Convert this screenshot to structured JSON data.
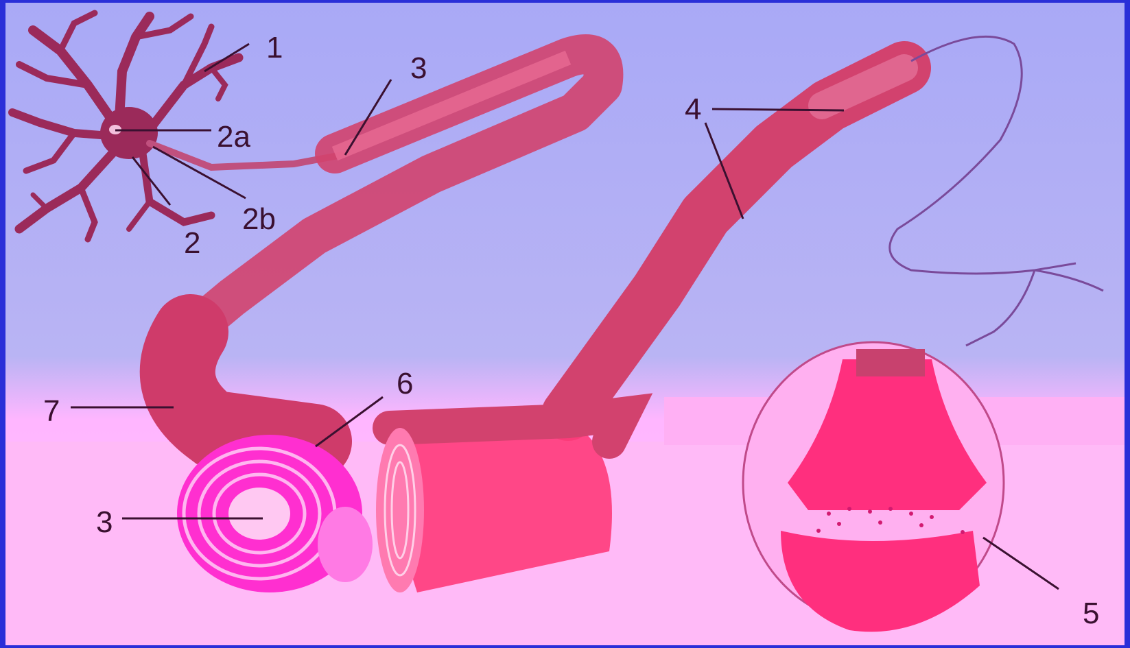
{
  "labels": {
    "l1": "1",
    "l2": "2",
    "l2a": "2a",
    "l2b": "2b",
    "l3_top": "3",
    "l3_bottom": "3",
    "l4": "4",
    "l5": "5",
    "l6": "6",
    "l7": "7"
  },
  "colors": {
    "background_top": "#a9a9f6",
    "background_bottom": "#ffc2ff",
    "frame": "#2a2fd8",
    "neuron": "#9b2a5a",
    "myelin": "#d2426e",
    "section": "#ff3b7a",
    "label": "#3a1030"
  }
}
